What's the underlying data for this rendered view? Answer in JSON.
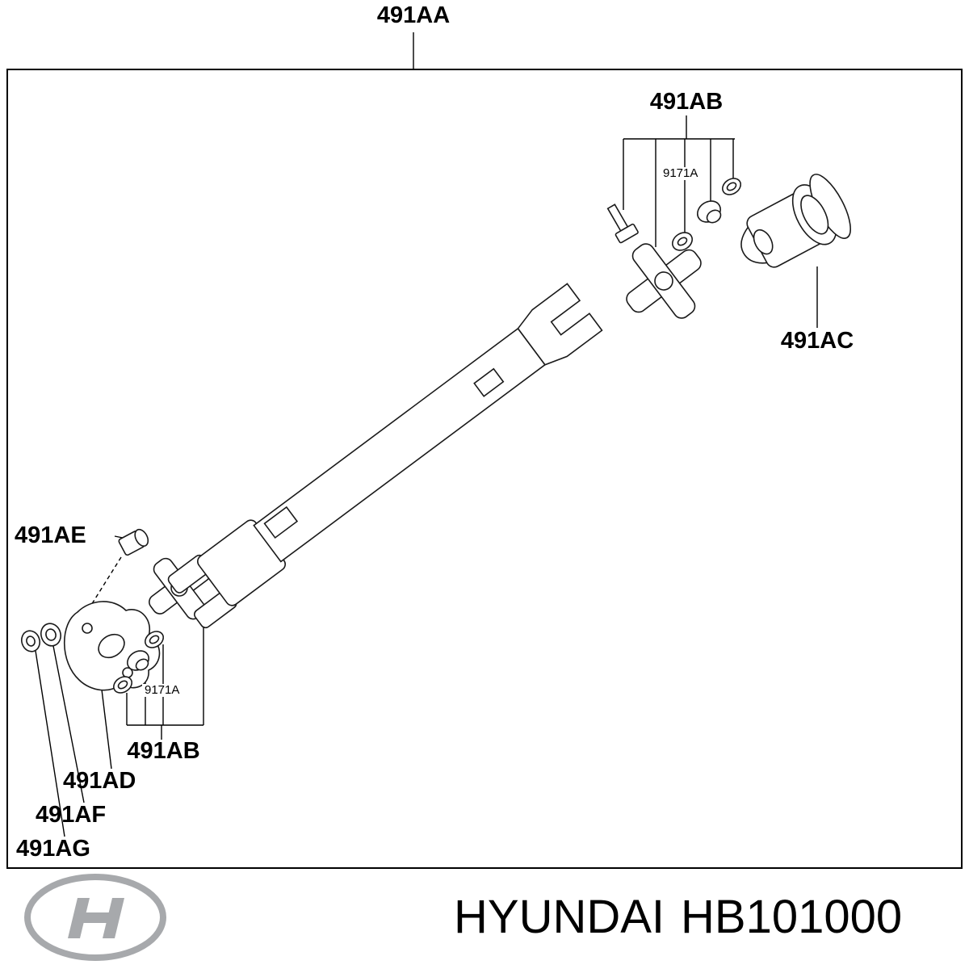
{
  "page": {
    "background_color": "#ffffff",
    "line_color": "#000000"
  },
  "diagram": {
    "labels": {
      "aa": "491AA",
      "ab_top": "491AB",
      "sub_top": "9171A",
      "ac": "491AC",
      "ae": "491AE",
      "sub_bottom": "9171A",
      "ab_bottom": "491AB",
      "ad": "491AD",
      "af": "491AF",
      "ag": "491AG"
    }
  },
  "footer": {
    "brand": "HYUNDAI",
    "part_number": "HB101000",
    "logo_icon": "hyundai-logo",
    "logo_color": "#a7a9ac"
  }
}
